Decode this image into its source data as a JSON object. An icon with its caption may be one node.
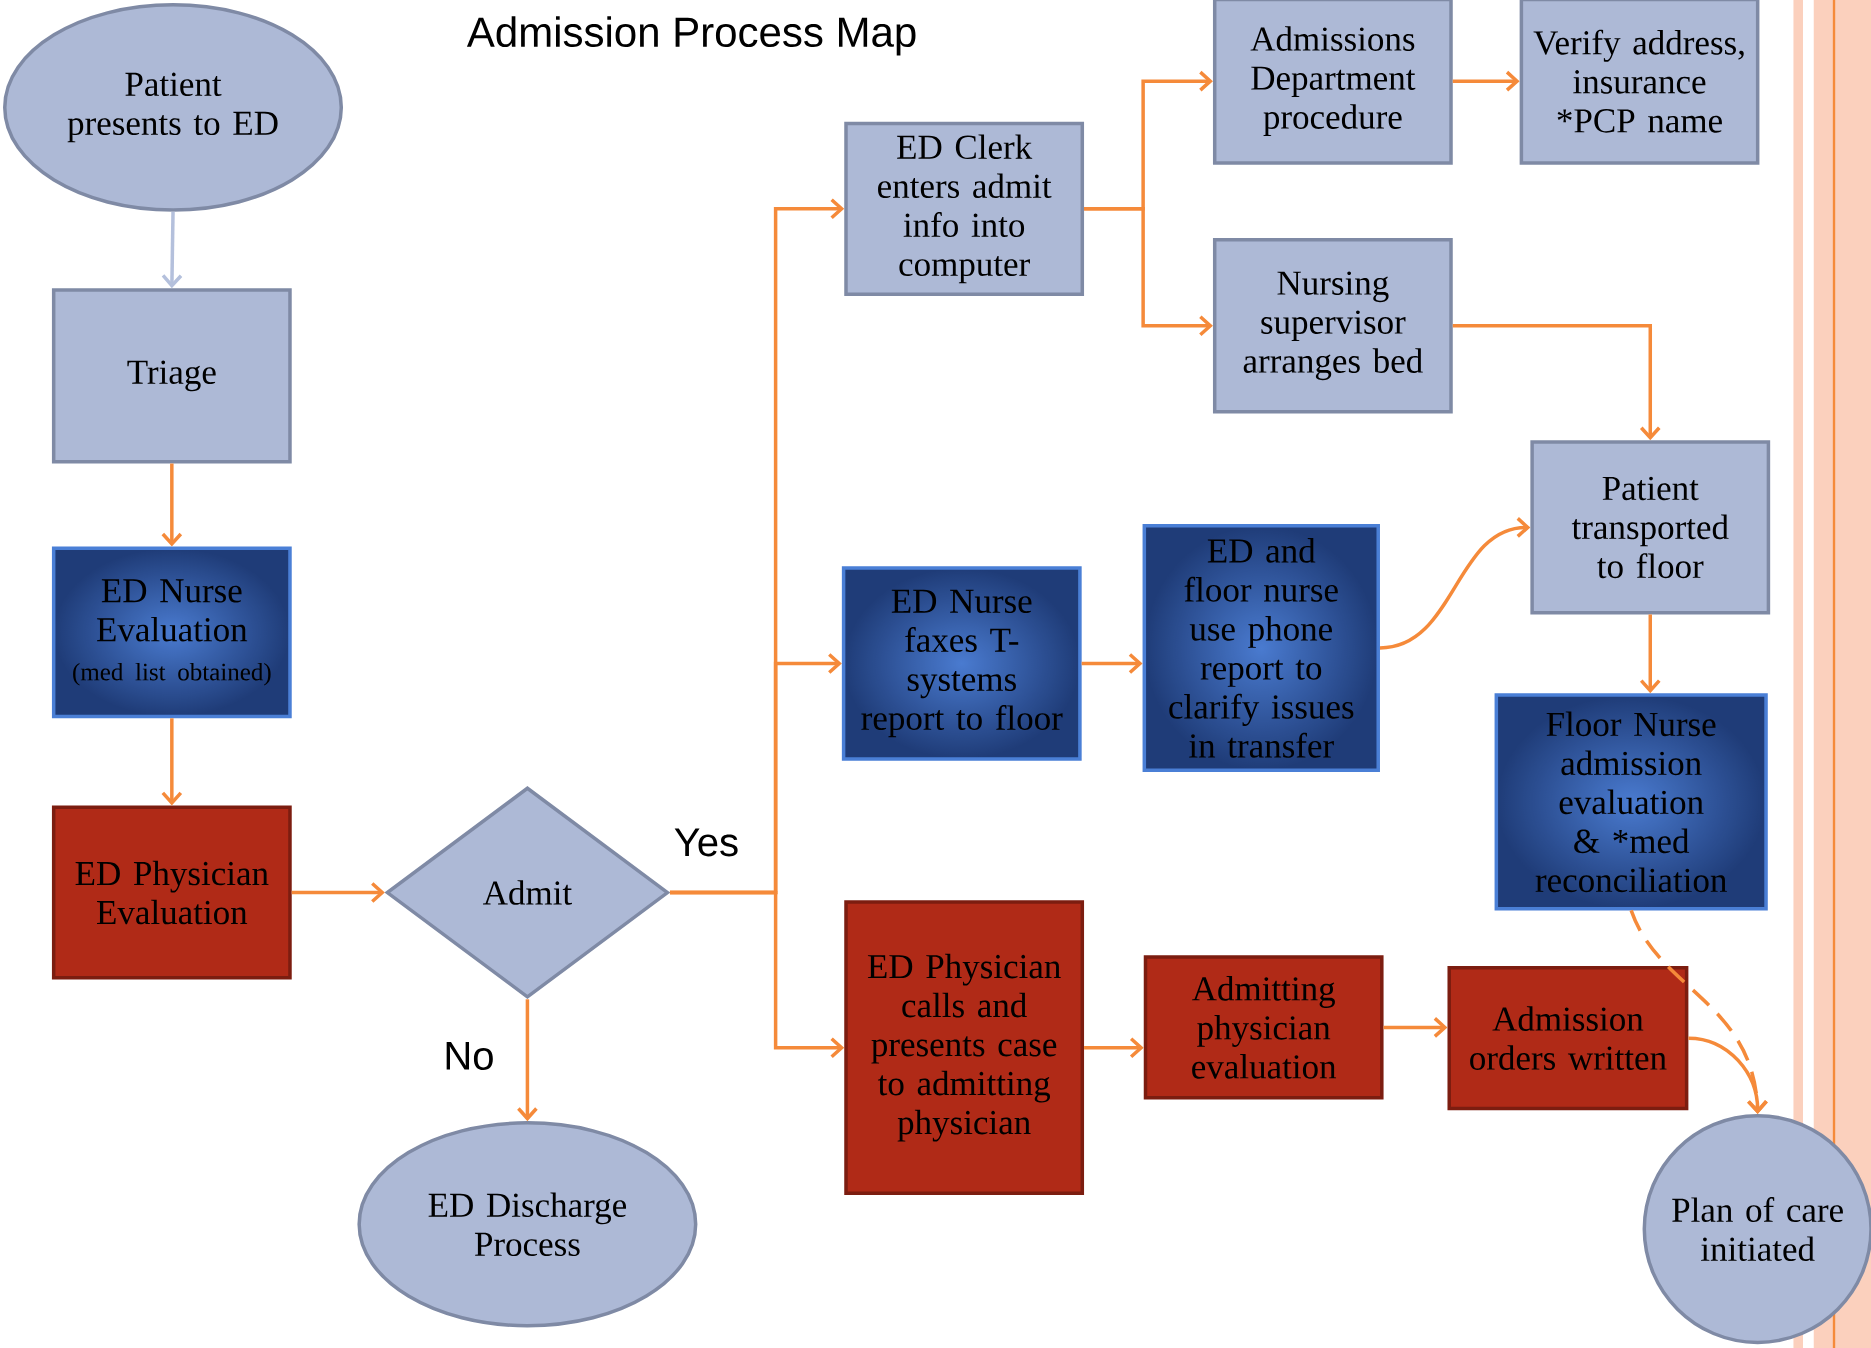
{
  "diagram": {
    "title": "Admission Process Map",
    "nodes": [
      {
        "text": [
          "Patient presents to ED"
        ]
      },
      {
        "text": [
          "Triage"
        ]
      },
      {
        "text": [
          "ED Nurse Evaluation",
          "(med list obtained)"
        ]
      },
      {
        "text": [
          "ED Physician Evaluation"
        ]
      },
      {
        "text": [
          "Admit"
        ]
      },
      {
        "text": [
          "ED Discharge Process"
        ]
      },
      {
        "text": [
          "ED Clerk enters admit info into computer"
        ]
      },
      {
        "text": [
          "Admissions Department procedure"
        ]
      },
      {
        "text": [
          "Verify address, insurance *PCP name"
        ]
      },
      {
        "text": [
          "Nursing supervisor arranges bed"
        ]
      },
      {
        "text": [
          "ED Nurse faxes T-systems report to floor"
        ]
      },
      {
        "text": [
          "ED and floor nurse use phone report to clarify issues in transfer"
        ]
      },
      {
        "text": [
          "Patient transported to floor"
        ]
      },
      {
        "text": [
          "Floor Nurse admission evaluation & *med reconciliation"
        ]
      },
      {
        "text": [
          "ED Physician calls and presents case to admitting physician"
        ]
      },
      {
        "text": [
          "Admitting physician evaluation"
        ]
      },
      {
        "text": [
          "Admission orders written"
        ]
      },
      {
        "text": [
          "Plan of care initiated"
        ]
      }
    ],
    "edges": [
      {
        "from": 0,
        "to": 1,
        "arrow": "to",
        "color": "#b4c0dc"
      },
      {
        "from": 1,
        "to": 2,
        "arrow": "to"
      },
      {
        "from": 2,
        "to": 3,
        "arrow": "to"
      },
      {
        "from": 3,
        "to": 4,
        "arrow": "to"
      },
      {
        "from": 4,
        "to": 5,
        "arrow": "to",
        "label": "No"
      },
      {
        "from": 4,
        "to": 6,
        "arrow": "to"
      },
      {
        "from": 4,
        "to": 10,
        "arrow": "to",
        "label": "Yes"
      },
      {
        "from": 4,
        "to": 14,
        "arrow": "to"
      },
      {
        "from": 6,
        "to": 7,
        "arrow": "to"
      },
      {
        "from": 6,
        "to": 9,
        "arrow": "to"
      },
      {
        "from": 7,
        "to": 8,
        "arrow": "to"
      },
      {
        "from": 9,
        "to": 12,
        "arrow": "to"
      },
      {
        "from": 10,
        "to": 11,
        "arrow": "to"
      },
      {
        "from": 11,
        "to": 12,
        "arrow": "to"
      },
      {
        "from": 12,
        "to": 13,
        "arrow": "to"
      },
      {
        "from": 14,
        "to": 15,
        "arrow": "to"
      },
      {
        "from": 15,
        "to": 16,
        "arrow": "to"
      },
      {
        "from": 16,
        "to": 17,
        "arrow": "to"
      },
      {
        "from": 13,
        "to": 17,
        "arrow": "to",
        "style": "dashed"
      }
    ]
  }
}
